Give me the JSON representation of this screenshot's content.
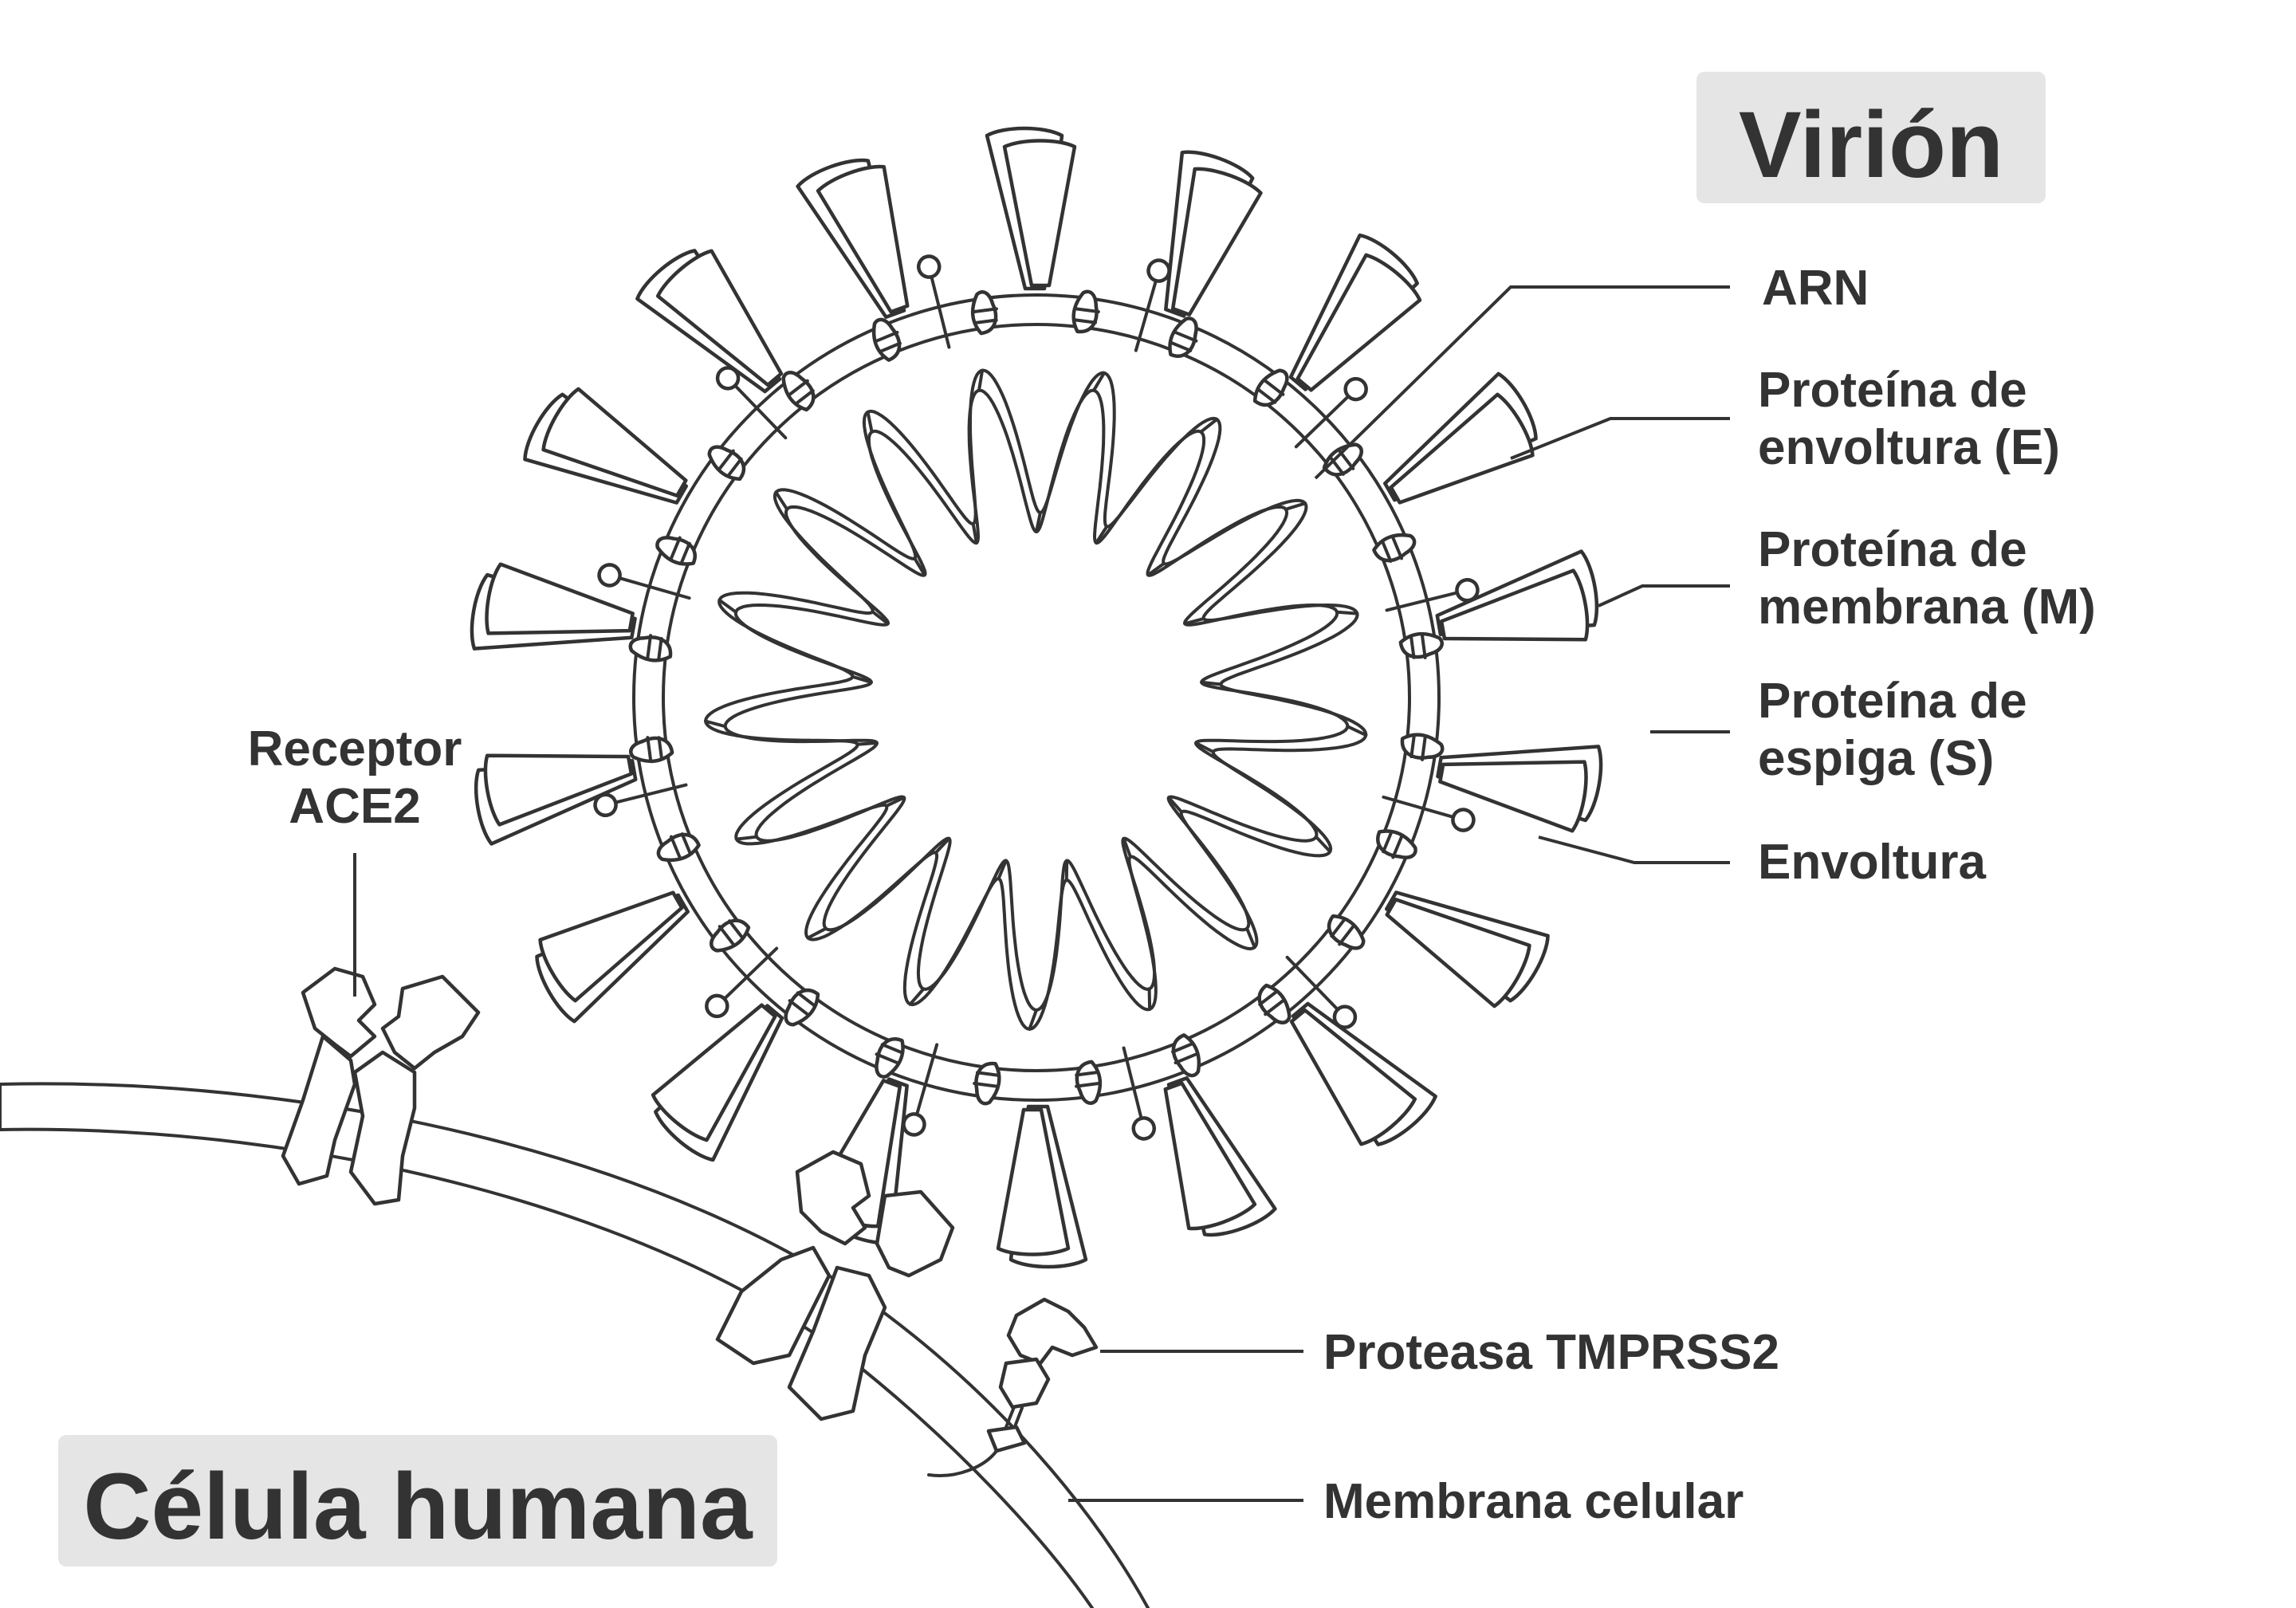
{
  "title_virion": "Virión",
  "title_cell": "Célula humana",
  "labels": {
    "arn": "ARN",
    "envelope_protein": [
      "Proteína de",
      "envoltura (E)"
    ],
    "membrane_protein": [
      "Proteína de",
      "membrana (M)"
    ],
    "spike_protein": [
      "Proteína de",
      "espiga (S)"
    ],
    "envelope": "Envoltura",
    "ace2_receptor": [
      "Receptor",
      "ACE2"
    ],
    "protease": "Proteasa TMPRSS2",
    "cell_membrane": "Membrana celular"
  },
  "colors": {
    "stroke": "#333333",
    "title_box": "#e5e5e5",
    "fill": "#ffffff"
  }
}
